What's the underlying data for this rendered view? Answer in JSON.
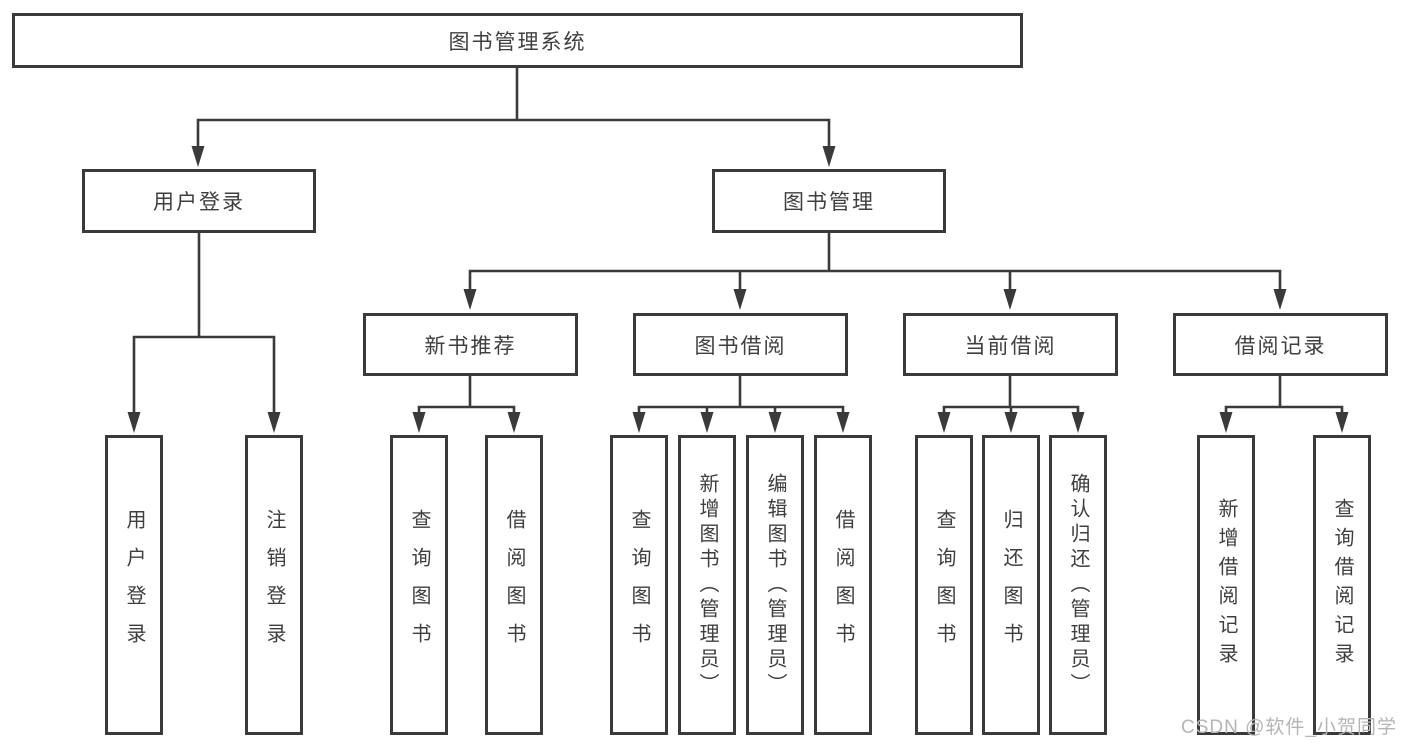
{
  "diagram": {
    "type": "tree",
    "watermark": "CSDN @软件_小贺同学",
    "colors": {
      "line": "#3a3a3a",
      "text": "#3f3f3f",
      "watermark": "#b5b5b5",
      "background": "#ffffff"
    },
    "tree": {
      "label": "图书管理系统",
      "children": [
        {
          "label": "用户登录",
          "children": [
            {
              "label": "用户登录"
            },
            {
              "label": "注销登录"
            }
          ]
        },
        {
          "label": "图书管理",
          "children": [
            {
              "label": "新书推荐",
              "children": [
                {
                  "label": "查询图书"
                },
                {
                  "label": "借阅图书"
                }
              ]
            },
            {
              "label": "图书借阅",
              "children": [
                {
                  "label": "查询图书"
                },
                {
                  "label": "新增图书（管理员）"
                },
                {
                  "label": "编辑图书（管理员）"
                },
                {
                  "label": "借阅图书"
                }
              ]
            },
            {
              "label": "当前借阅",
              "children": [
                {
                  "label": "查询图书"
                },
                {
                  "label": "归还图书"
                },
                {
                  "label": "确认归还（管理员）"
                }
              ]
            },
            {
              "label": "借阅记录",
              "children": [
                {
                  "label": "新增借阅记录"
                },
                {
                  "label": "查询借阅记录"
                }
              ]
            }
          ]
        }
      ]
    }
  }
}
